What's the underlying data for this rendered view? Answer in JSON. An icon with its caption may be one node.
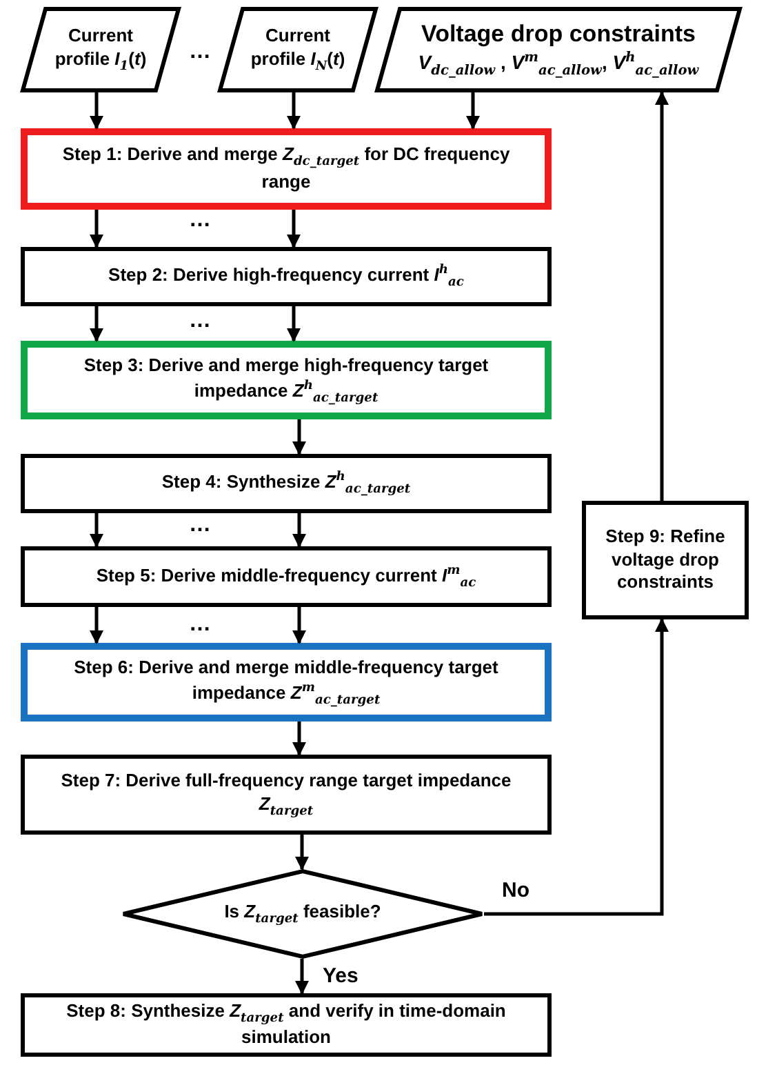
{
  "diagram": {
    "nodes": [
      {
        "text": [
          "Current profile *I*$_{1}$(*t*)"
        ]
      },
      {
        "text": [
          "Current profile *I*$_{N}$(*t*)"
        ]
      },
      {
        "text": [
          "Voltage drop constraints",
          "*V*$_{dc_allow}$ , *V*$^{m}$$_{ac_allow}$, *V*$^{h}$$_{ac_allow}$"
        ]
      },
      {
        "text": [
          "Step 1: Derive and merge *Z*$_{dc_target}$ for DC frequency range"
        ]
      },
      {
        "text": [
          "Step 2: Derive high-frequency current *I*$^{h}$$_{ac}$"
        ]
      },
      {
        "text": [
          "Step 3: Derive and merge high-frequency target impedance *Z*$^{h}$$_{ac_target}$"
        ]
      },
      {
        "text": [
          "Step 4: Synthesize *Z*$^{h}$$_{ac_target}$"
        ]
      },
      {
        "text": [
          "Step 5: Derive middle-frequency current *I*$^{m}$$_{ac}$"
        ]
      },
      {
        "text": [
          "Step 6: Derive and merge middle-frequency target impedance *Z*$^{m}$$_{ac_target}$"
        ]
      },
      {
        "text": [
          "Step 7:  Derive full-frequency range target impedance *Z*$_{target}$"
        ]
      },
      {
        "text": [
          "Is *Z*$_{target}$ feasible?"
        ]
      },
      {
        "text": [
          "Step 8: Synthesize *Z*$_{target}$ and verify in time-domain simulation"
        ]
      },
      {
        "text": [
          "Step 9:  Refine voltage drop constraints"
        ]
      }
    ],
    "edges": [
      {
        "from": 0,
        "to": 3,
        "arrow": "to"
      },
      {
        "from": 1,
        "to": 3,
        "arrow": "to"
      },
      {
        "from": 2,
        "to": 3,
        "arrow": "to"
      },
      {
        "from": 3,
        "to": 4,
        "arrow": "to"
      },
      {
        "from": 3,
        "to": 4,
        "arrow": "to"
      },
      {
        "from": 4,
        "to": 5,
        "arrow": "to"
      },
      {
        "from": 4,
        "to": 5,
        "arrow": "to"
      },
      {
        "from": 5,
        "to": 6,
        "arrow": "to"
      },
      {
        "from": 6,
        "to": 7,
        "arrow": "to"
      },
      {
        "from": 6,
        "to": 7,
        "arrow": "to"
      },
      {
        "from": 7,
        "to": 8,
        "arrow": "to"
      },
      {
        "from": 7,
        "to": 8,
        "arrow": "to"
      },
      {
        "from": 8,
        "to": 9,
        "arrow": "to"
      },
      {
        "from": 9,
        "to": 10,
        "arrow": "to"
      },
      {
        "from": 10,
        "to": 11,
        "arrow": "to",
        "label": "Yes"
      },
      {
        "from": 10,
        "to": 12,
        "arrow": "to",
        "label": "No"
      },
      {
        "from": 12,
        "to": 2,
        "arrow": "to"
      }
    ],
    "labels": [
      "…",
      "…",
      "…",
      "…",
      "…"
    ]
  }
}
